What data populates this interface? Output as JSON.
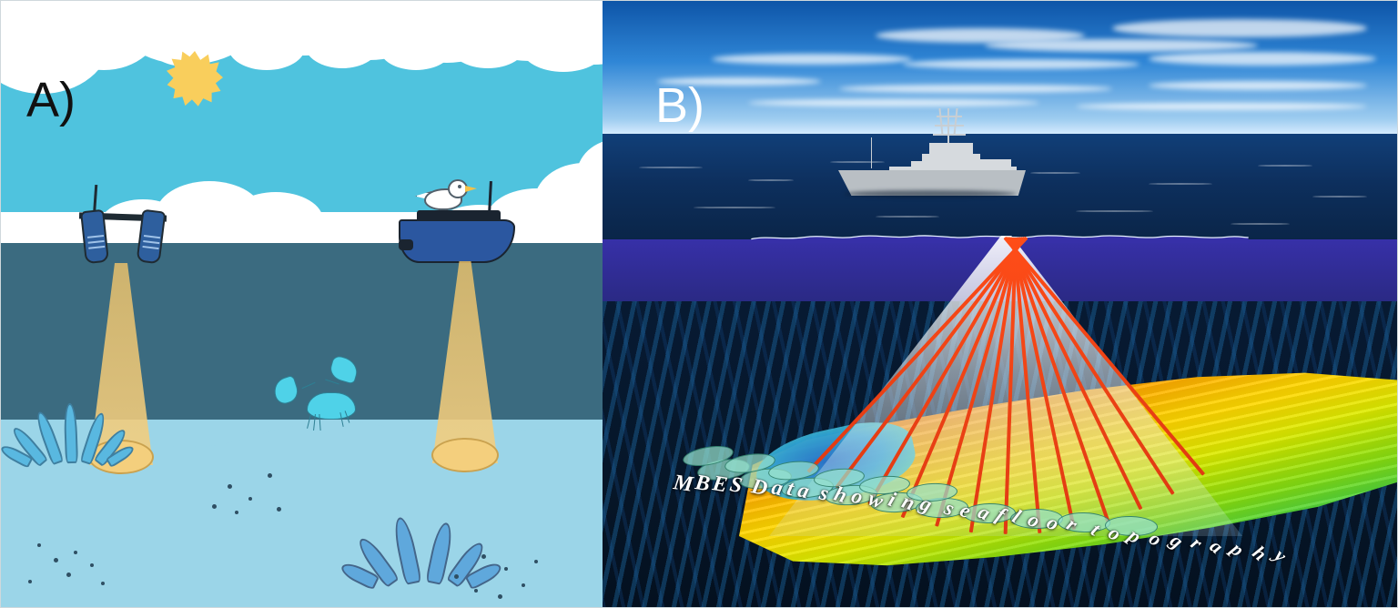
{
  "figure": {
    "panels": [
      {
        "id": "panel-a",
        "label": "A)",
        "label_color": "#111111",
        "type": "illustration",
        "description": "Cartoon cross-section of single-beam echo sounder survey",
        "scene": {
          "sky_color": "#4fc3de",
          "deep_water_color": "#3b6b80",
          "seafloor_color": "#9bd5e8",
          "sun_color": "#f9ce5c",
          "cloud_color": "#ffffff",
          "beam_color": "#f0c46a",
          "vessels": [
            {
              "name": "unmanned-survey-catamaran",
              "hull_color": "#2e5f9e"
            },
            {
              "name": "survey-boat",
              "hull_color": "#2b57a0"
            }
          ],
          "wildlife": [
            {
              "name": "seagull",
              "color": "#ffffff"
            },
            {
              "name": "crab",
              "color": "#4fd2e8"
            }
          ],
          "plants": [
            {
              "name": "seagrass-left",
              "color": "#59b8e0"
            },
            {
              "name": "coral-right",
              "color": "#5fa8dc"
            }
          ]
        }
      },
      {
        "id": "panel-b",
        "label": "B)",
        "label_color": "#ffffff",
        "type": "photo-illustration",
        "caption": "MBES Data showing seafloor topography",
        "description": "Survey vessel at sea with multibeam echo sounder swath illuminating colour-coded seafloor bathymetry",
        "scene": {
          "sky_gradient": [
            "#0e55a8",
            "#2f86d6",
            "#dbeeff"
          ],
          "sea_surface_color": "#113f78",
          "water_column_color": "#3730a8",
          "seabed_color": "#06122a",
          "ray_color": "#ff4d18",
          "swath_color": "#ffffff",
          "footprint_color": "#96e1cd",
          "bathymetry_colors": [
            "#e22b12",
            "#ef5a12",
            "#f79a14",
            "#f5cf1b",
            "#8fd438",
            "#2fb3a0",
            "#2a96c4"
          ],
          "vessel": {
            "name": "multibeam-survey-vessel",
            "color": "#b9bfc4"
          }
        }
      }
    ]
  },
  "caption_letters": [
    "M",
    "B",
    "E",
    "S",
    " ",
    "D",
    "a",
    "t",
    "a",
    " ",
    "s",
    "h",
    "o",
    "w",
    "i",
    "n",
    "g",
    " ",
    "s",
    "e",
    "a",
    "f",
    "l",
    "o",
    "o",
    "r",
    " ",
    "t",
    "o",
    "p",
    "o",
    "g",
    "r",
    "a",
    "p",
    "h",
    "y"
  ]
}
